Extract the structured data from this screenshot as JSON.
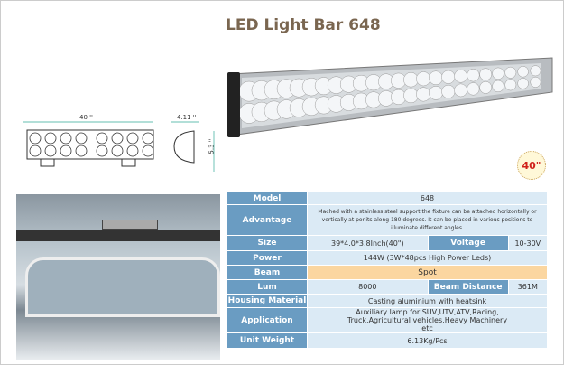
{
  "title": "LED Light Bar 648",
  "badge": "40\"",
  "diagram": {
    "width_label": "40 ''",
    "depth_label": "4.11 ''",
    "height_label": "5.3 ''"
  },
  "specs": {
    "model_label": "Model",
    "model": "648",
    "advantage_label": "Advantage",
    "advantage": "Mached with a stainless steel support,the fixture can be attached horizontally or vertically at ponits along 180 degrees. It can be placed in various positions to illuminate different angles.",
    "size_label": "Size",
    "size": "39*4.0*3.8Inch(40\")",
    "voltage_label": "Voltage",
    "voltage": "10-30V",
    "power_label": "Power",
    "power": "144W (3W*48pcs High Power Leds)",
    "beam_label": "Beam",
    "beam": "Spot",
    "lum_label": "Lum",
    "lum": "8000",
    "beam_distance_label": "Beam Distance",
    "beam_distance": "361M",
    "housing_label": "Housing Material",
    "housing": "Casting aluminium with heatsink",
    "application_label": "Application",
    "application": "Auxiliary lamp for SUV,UTV,ATV,Racing, Truck,Agricultural vehicles,Heavy Machinery etc",
    "weight_label": "Unit Weight",
    "weight": "6.13Kg/Pcs"
  }
}
